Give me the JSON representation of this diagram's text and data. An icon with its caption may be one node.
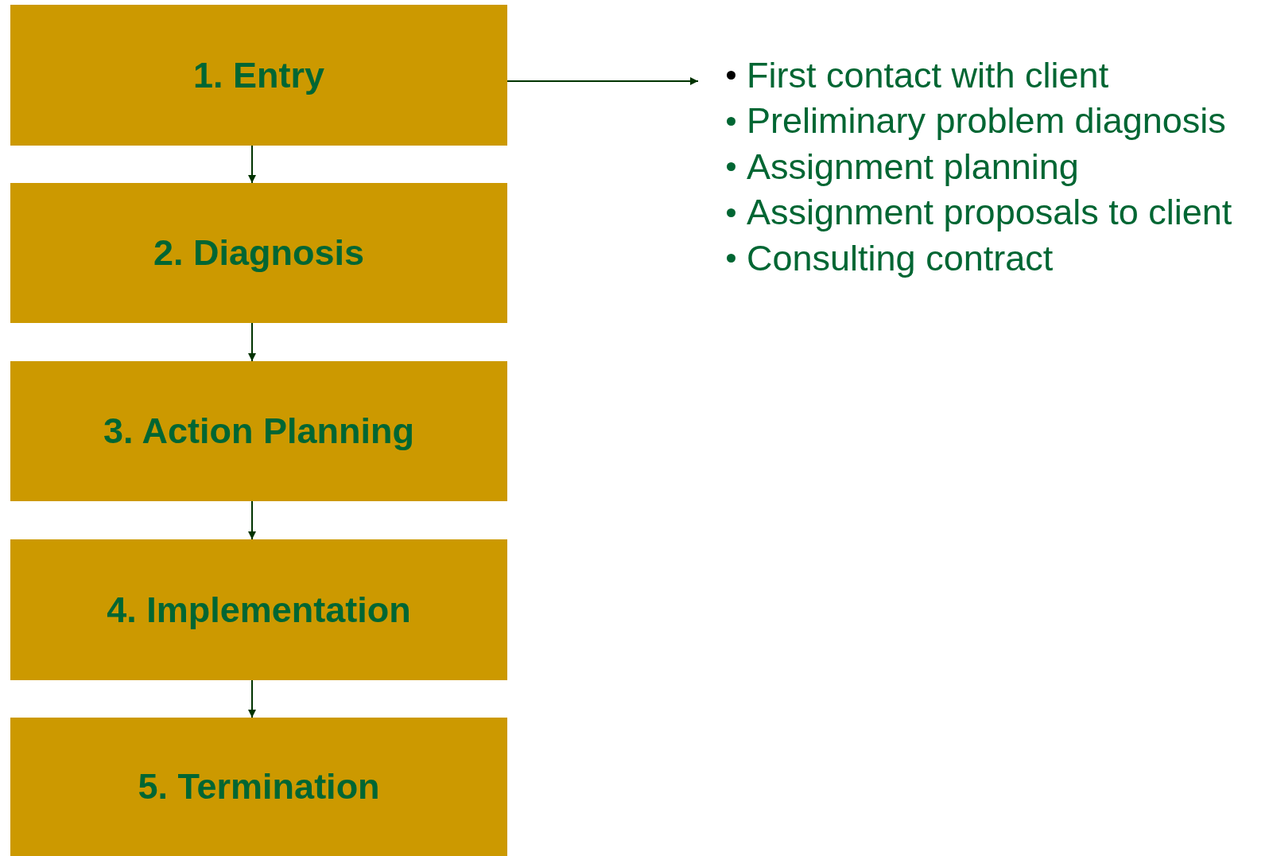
{
  "diagram": {
    "nodes": [
      {
        "text": [
          "1. Entry"
        ]
      },
      {
        "text": [
          "2. Diagnosis"
        ]
      },
      {
        "text": [
          "3. Action Planning"
        ]
      },
      {
        "text": [
          "4. Implementation"
        ]
      },
      {
        "text": [
          "5. Termination"
        ]
      },
      {
        "text": [
          "First contact with client",
          "Preliminary problem diagnosis",
          "Assignment planning",
          "Assignment proposals to client",
          "Consulting contract"
        ]
      }
    ],
    "edges": [
      {
        "from": 0,
        "to": 1,
        "arrow": "to"
      },
      {
        "from": 1,
        "to": 2,
        "arrow": "to"
      },
      {
        "from": 2,
        "to": 3,
        "arrow": "to"
      },
      {
        "from": 3,
        "to": 4,
        "arrow": "to"
      },
      {
        "from": 0,
        "to": 5,
        "arrow": "to"
      }
    ]
  }
}
